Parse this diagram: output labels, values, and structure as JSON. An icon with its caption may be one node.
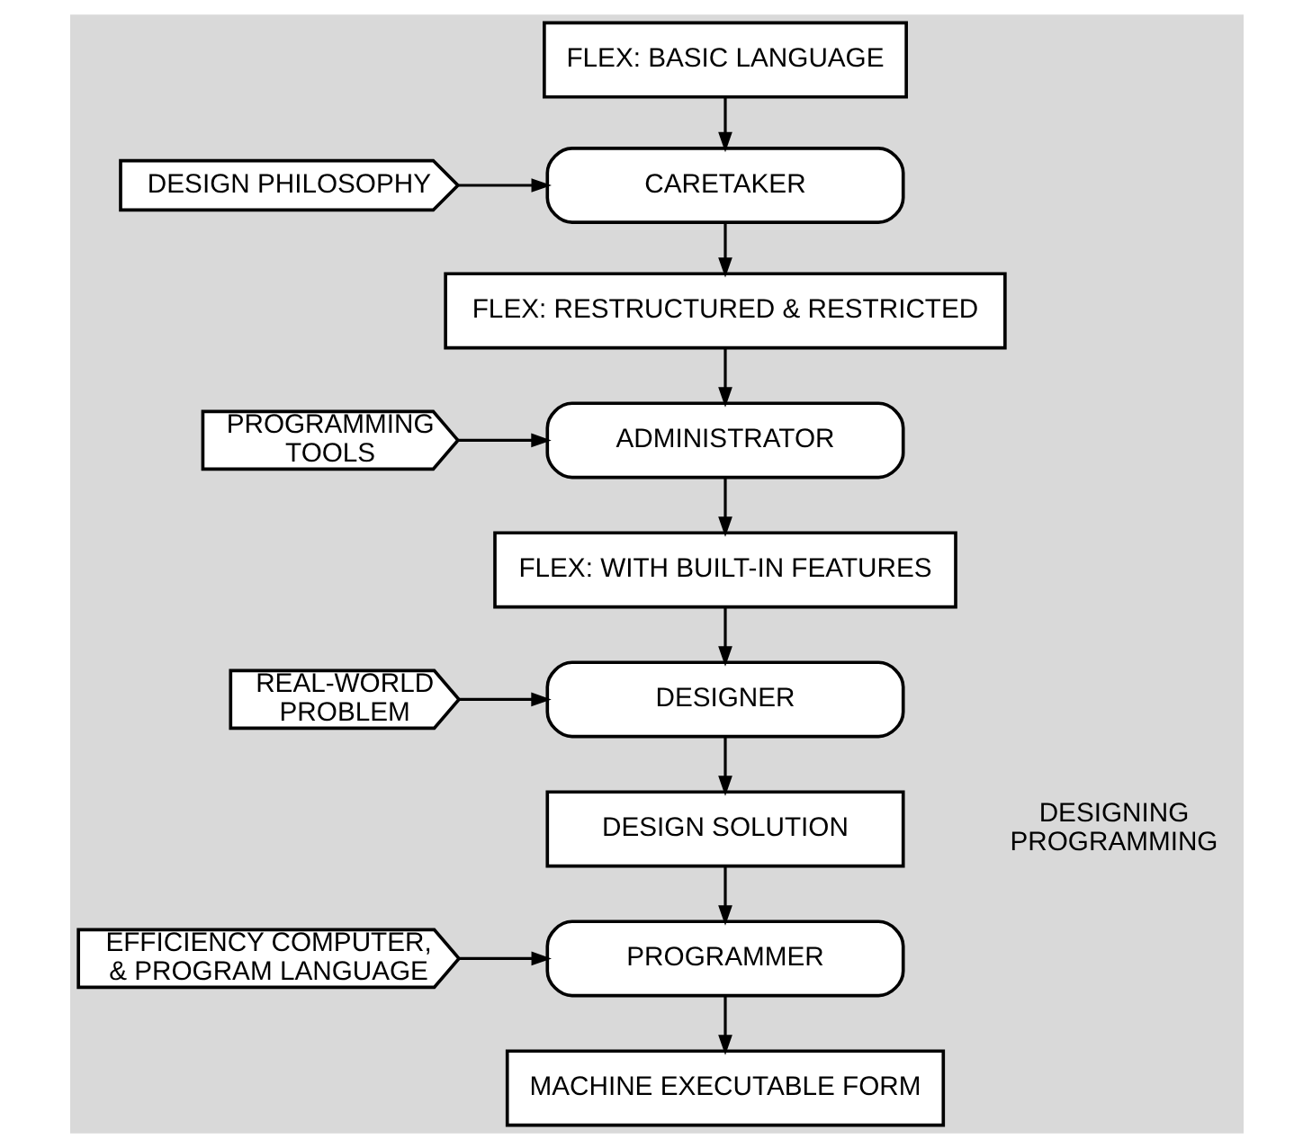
{
  "diagram": {
    "nodes": [
      {
        "text": [
          "FLEX: BASIC LANGUAGE"
        ]
      },
      {
        "text": [
          "DESIGN PHILOSOPHY"
        ]
      },
      {
        "text": [
          "CARETAKER"
        ]
      },
      {
        "text": [
          "FLEX: RESTRUCTURED & RESTRICTED"
        ]
      },
      {
        "text": [
          "PROGRAMMING TOOLS"
        ]
      },
      {
        "text": [
          "ADMINISTRATOR"
        ]
      },
      {
        "text": [
          "FLEX: WITH BUILT-IN FEATURES"
        ]
      },
      {
        "text": [
          "REAL-WORLD PROBLEM"
        ]
      },
      {
        "text": [
          "DESIGNER"
        ]
      },
      {
        "text": [
          "DESIGN SOLUTION"
        ]
      },
      {
        "text": [
          "EFFICIENCY COMPUTER, & PROGRAM LANGUAGE"
        ]
      },
      {
        "text": [
          "PROGRAMMER"
        ]
      },
      {
        "text": [
          "MACHINE EXECUTABLE FORM"
        ]
      }
    ],
    "edges": [
      {
        "from": 0,
        "to": 2,
        "arrow": "to"
      },
      {
        "from": 1,
        "to": 2,
        "arrow": "to"
      },
      {
        "from": 2,
        "to": 3,
        "arrow": "to"
      },
      {
        "from": 3,
        "to": 5,
        "arrow": "to"
      },
      {
        "from": 4,
        "to": 5,
        "arrow": "to"
      },
      {
        "from": 5,
        "to": 6,
        "arrow": "to"
      },
      {
        "from": 6,
        "to": 8,
        "arrow": "to"
      },
      {
        "from": 7,
        "to": 8,
        "arrow": "to"
      },
      {
        "from": 8,
        "to": 9,
        "arrow": "to"
      },
      {
        "from": 9,
        "to": 11,
        "arrow": "to"
      },
      {
        "from": 10,
        "to": 11,
        "arrow": "to"
      },
      {
        "from": 11,
        "to": 12,
        "arrow": "to"
      }
    ],
    "labels": [
      "DESIGNING",
      "PROGRAMMING"
    ]
  }
}
